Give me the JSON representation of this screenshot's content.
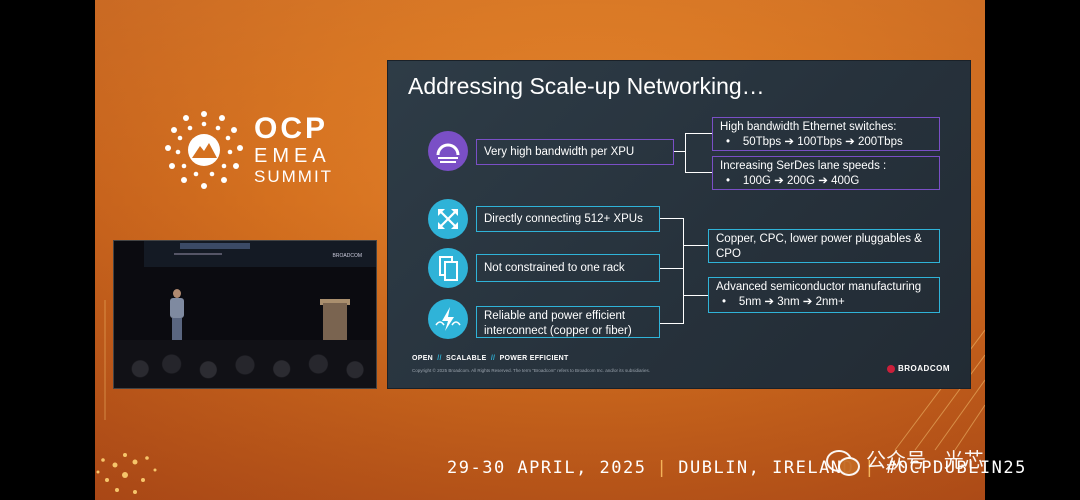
{
  "event": {
    "logo_big": "OCP",
    "logo_mid": "EMEA",
    "logo_small": "SUMMIT",
    "banner_date": "29-30 APRIL, 2025",
    "banner_location": "DUBLIN, IRELAND",
    "banner_hashtag": "#OCPDUBLIN25",
    "banner_separator": "|"
  },
  "slide": {
    "title": "Addressing Scale-up Networking…",
    "rows": [
      {
        "icon": "bandwidth-gauge-icon",
        "label": "Very high bandwidth per XPU"
      },
      {
        "icon": "expand-arrows-icon",
        "label": "Directly connecting 512+ XPUs"
      },
      {
        "icon": "rack-documents-icon",
        "label": "Not constrained to one rack"
      },
      {
        "icon": "power-leaf-icon",
        "label": "Reliable and power efficient interconnect (copper or fiber)"
      }
    ],
    "details": {
      "ethernet_title": "High bandwidth Ethernet switches:",
      "ethernet_bullet": "•",
      "ethernet_values": "50Tbps ➔ 100Tbps ➔ 200Tbps",
      "serdes_title": "Increasing SerDes lane speeds :",
      "serdes_bullet": "•",
      "serdes_values": "100G ➔ 200G ➔ 400G",
      "copper_title": "Copper, CPC, lower power pluggables & CPO",
      "semi_title": "Advanced semiconductor manufacturing",
      "semi_bullet": "•",
      "semi_values": "5nm ➔ 3nm ➔ 2nm+"
    },
    "footer_open": "OPEN",
    "footer_scalable": "SCALABLE",
    "footer_power": "POWER EFFICIENT",
    "footer_sep": "//",
    "copyright": "Copyright © 2025 Broadcom. All Rights Reserved. The term \"Broadcom\" refers to Broadcom Inc. and/or its subsidiaries.",
    "brand": "BROADCOM"
  },
  "camera": {
    "screen_brand": "BROADCOM"
  },
  "watermark": {
    "text": "公众号 · 光芯"
  },
  "colors": {
    "stage_orange": "#d4701f",
    "slide_bg": "#2a3540",
    "purple_accent": "#7a4fc6",
    "cyan_accent": "#2fb3d8",
    "broadcom_red": "#cc1f3a"
  }
}
